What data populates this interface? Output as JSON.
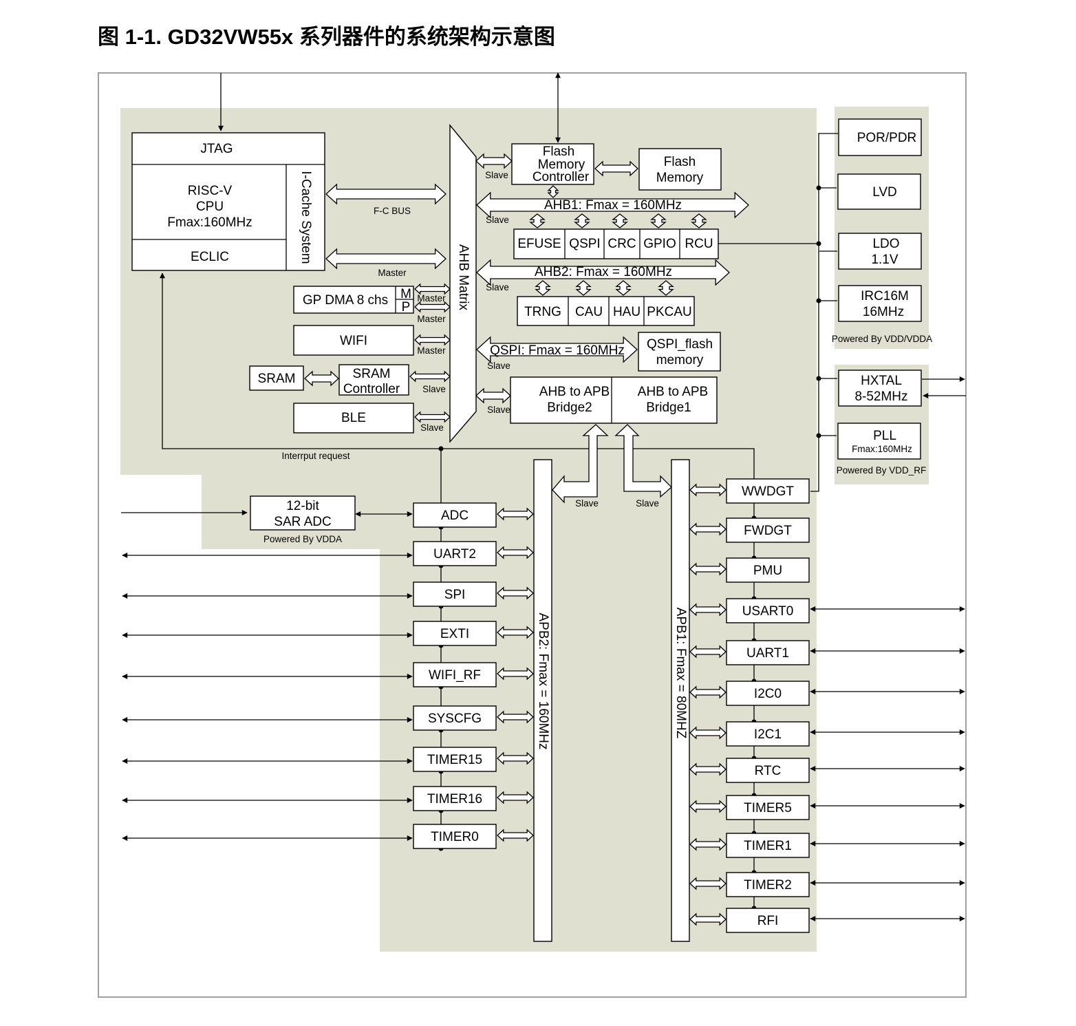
{
  "figure_title": "图 1-1. GD32VW55x 系列器件的系统架构示意图",
  "colors": {
    "background_panel": "#dfe0d0",
    "frame": "#a0a0a0",
    "line": "#000000"
  },
  "cpu": {
    "jtag": "JTAG",
    "core": [
      "RISC-V",
      "CPU",
      "Fmax:160MHz"
    ],
    "eclic": "ECLIC",
    "icache": "I-Cache System"
  },
  "bus": {
    "fc_bus": "F-C BUS",
    "ahb_matrix": "AHB Matrix",
    "ahb1": "AHB1: Fmax = 160MHz",
    "ahb2": "AHB2: Fmax = 160MHz",
    "qspi": "QSPI: Fmax = 160MHz",
    "apb2": "APB2: Fmax = 160MHz",
    "apb1": "APB1: Fmax = 80MHZ"
  },
  "labels": {
    "master": "Master",
    "slave": "Slave",
    "interrupt": "Interrput request",
    "powered_vdda": "Powered By VDDA",
    "powered_vdd": "Powered By VDD/VDDA",
    "powered_rf": "Powered By VDD_RF"
  },
  "masters": {
    "dma": "GP DMA 8 chs",
    "dma_m": "M",
    "dma_p": "P",
    "wifi": "WIFI",
    "sram": "SRAM",
    "sram_ctrl": [
      "SRAM",
      "Controller"
    ],
    "ble": "BLE"
  },
  "memory": {
    "fmc": [
      "Flash",
      "Memory",
      "Controller"
    ],
    "flash": [
      "Flash",
      "Memory"
    ],
    "qspi_flash": [
      "QSPI_flash",
      "memory"
    ]
  },
  "ahb1_periph": [
    "EFUSE",
    "QSPI",
    "CRC",
    "GPIO",
    "RCU"
  ],
  "ahb2_periph": [
    "TRNG",
    "CAU",
    "HAU",
    "PKCAU"
  ],
  "bridges": {
    "bridge2": [
      "AHB to APB",
      "Bridge2"
    ],
    "bridge1": [
      "AHB to APB",
      "Bridge1"
    ]
  },
  "adc": [
    "12-bit",
    "SAR ADC"
  ],
  "apb2_periph": [
    "ADC",
    "UART2",
    "SPI",
    "EXTI",
    "WIFI_RF",
    "SYSCFG",
    "TIMER15",
    "TIMER16",
    "TIMER0"
  ],
  "apb1_periph": [
    "WWDGT",
    "FWDGT",
    "PMU",
    "USART0",
    "UART1",
    "I2C0",
    "I2C1",
    "RTC",
    "TIMER5",
    "TIMER1",
    "TIMER2",
    "RFI"
  ],
  "power": {
    "por": "POR/PDR",
    "lvd": "LVD",
    "ldo": [
      "LDO",
      "1.1V"
    ],
    "irc": [
      "IRC16M",
      "16MHz"
    ],
    "hxtal": [
      "HXTAL",
      "8-52MHz"
    ],
    "pll": "PLL",
    "pll_sub": "Fmax:160MHz"
  }
}
